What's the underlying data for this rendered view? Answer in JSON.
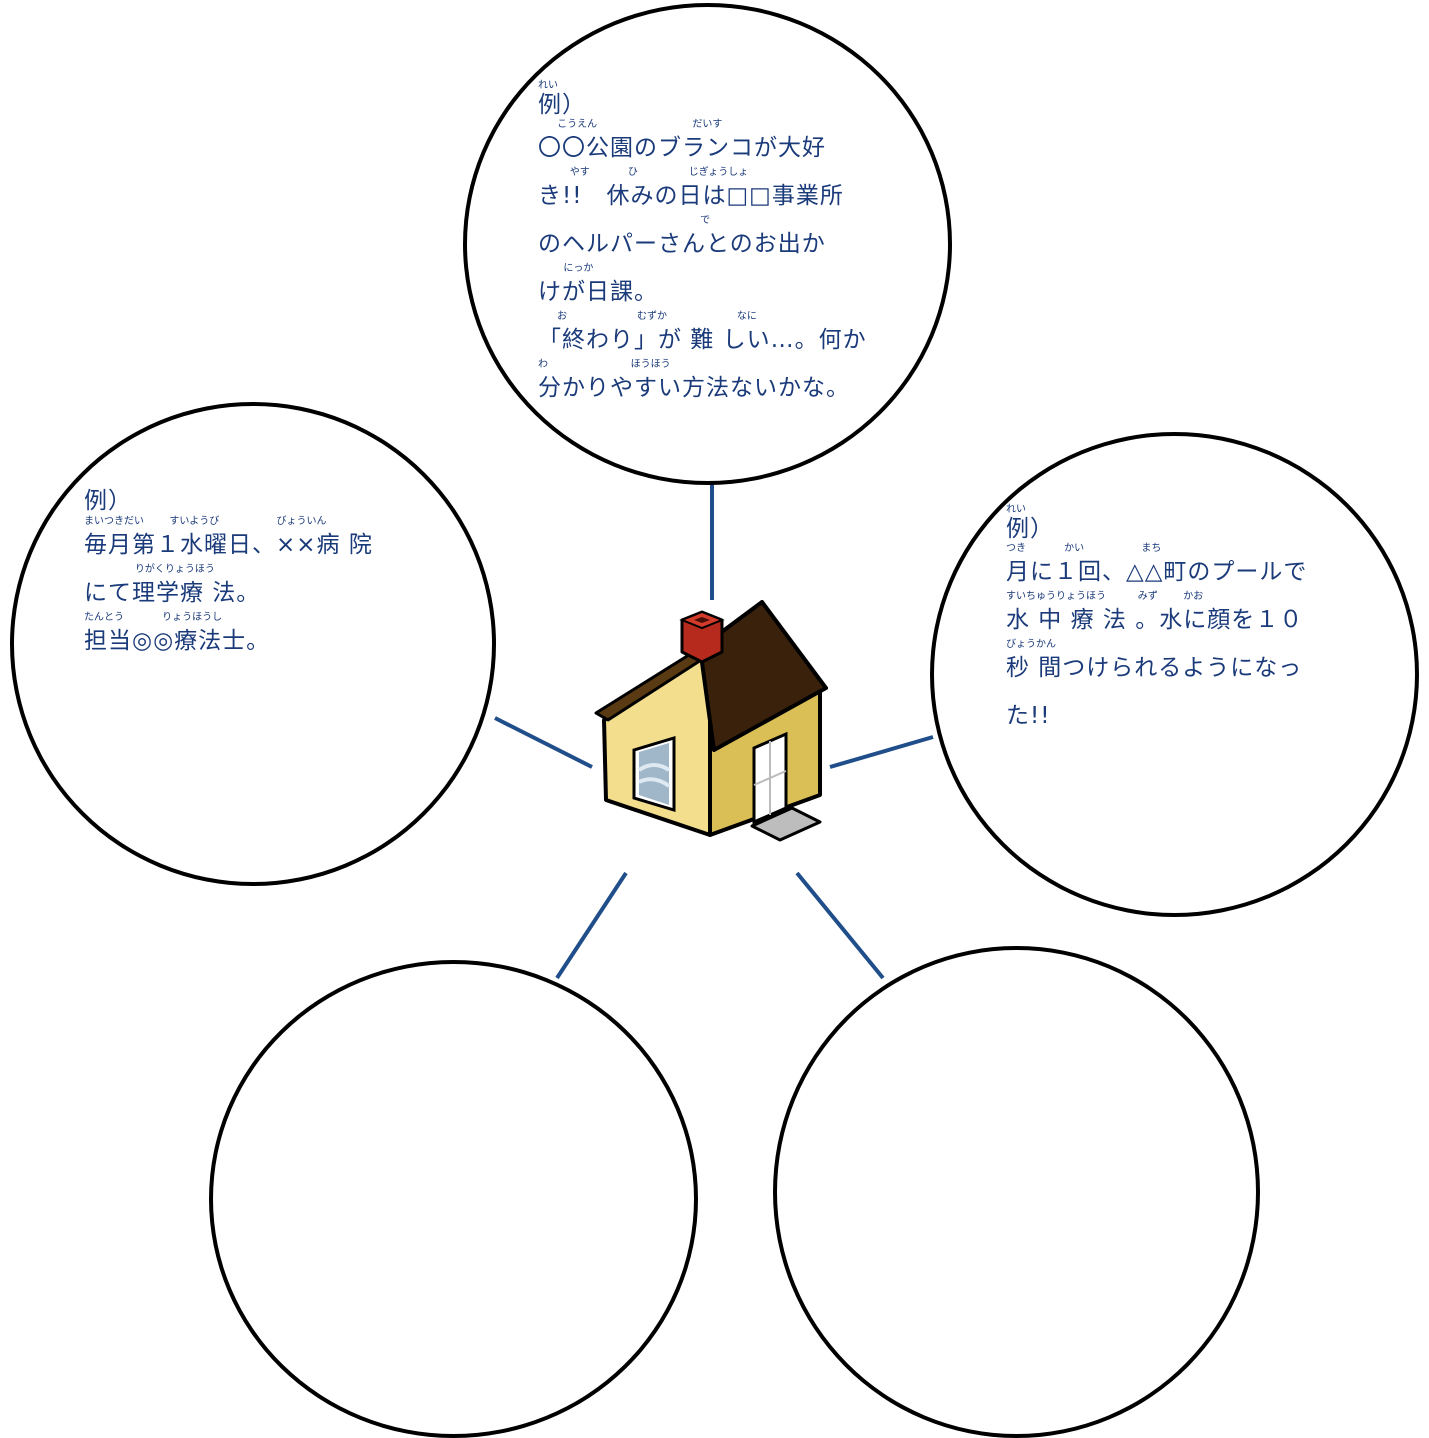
{
  "colors": {
    "connector": "#1f4e8a",
    "text": "#1a3a7a",
    "circle": "#000000"
  },
  "house_icon": "house-icon",
  "notes": {
    "top": {
      "heading": "例）",
      "heading_ruby": "れい",
      "lines": [
        {
          "ruby": "      こうえん                              だいす",
          "text": "〇〇公園のブランコが大好"
        },
        {
          "ruby": "          やす            ひ                じぎょうしょ",
          "text": "き!!　休みの日は□□事業所"
        },
        {
          "ruby": "                                                   で",
          "text": "のヘルパーさんとのお出か"
        },
        {
          "ruby": "        にっか",
          "text": "けが日課。"
        },
        {
          "ruby": "      お                      むずか                      なに",
          "text": "「終わり」が 難 しい…。何か"
        },
        {
          "ruby": "わ                          ほうほう",
          "text": "分かりやすい方法ないかな。"
        }
      ]
    },
    "left": {
      "heading": "例）",
      "lines": [
        {
          "ruby": "まいつきだい        すいようび                  びょういん",
          "text": "毎月第１水曜日、××病 院"
        },
        {
          "ruby": "                りがくりょうほう",
          "text": "にて理学療 法。"
        },
        {
          "ruby": "たんとう            りょうほうし",
          "text": "担当◎◎療法士。"
        }
      ]
    },
    "right": {
      "heading": "例）",
      "heading_ruby": "れい",
      "lines": [
        {
          "ruby": "つき            かい                  まち",
          "text": "月に１回、△△町のプールで"
        },
        {
          "ruby": "すいちゅうりょうほう          みず        かお",
          "text": "水 中 療 法 。水に顔を１０"
        },
        {
          "ruby": "びょうかん",
          "text": "秒 間つけられるようになっ"
        },
        {
          "ruby": "",
          "text": "た!!"
        }
      ]
    }
  }
}
